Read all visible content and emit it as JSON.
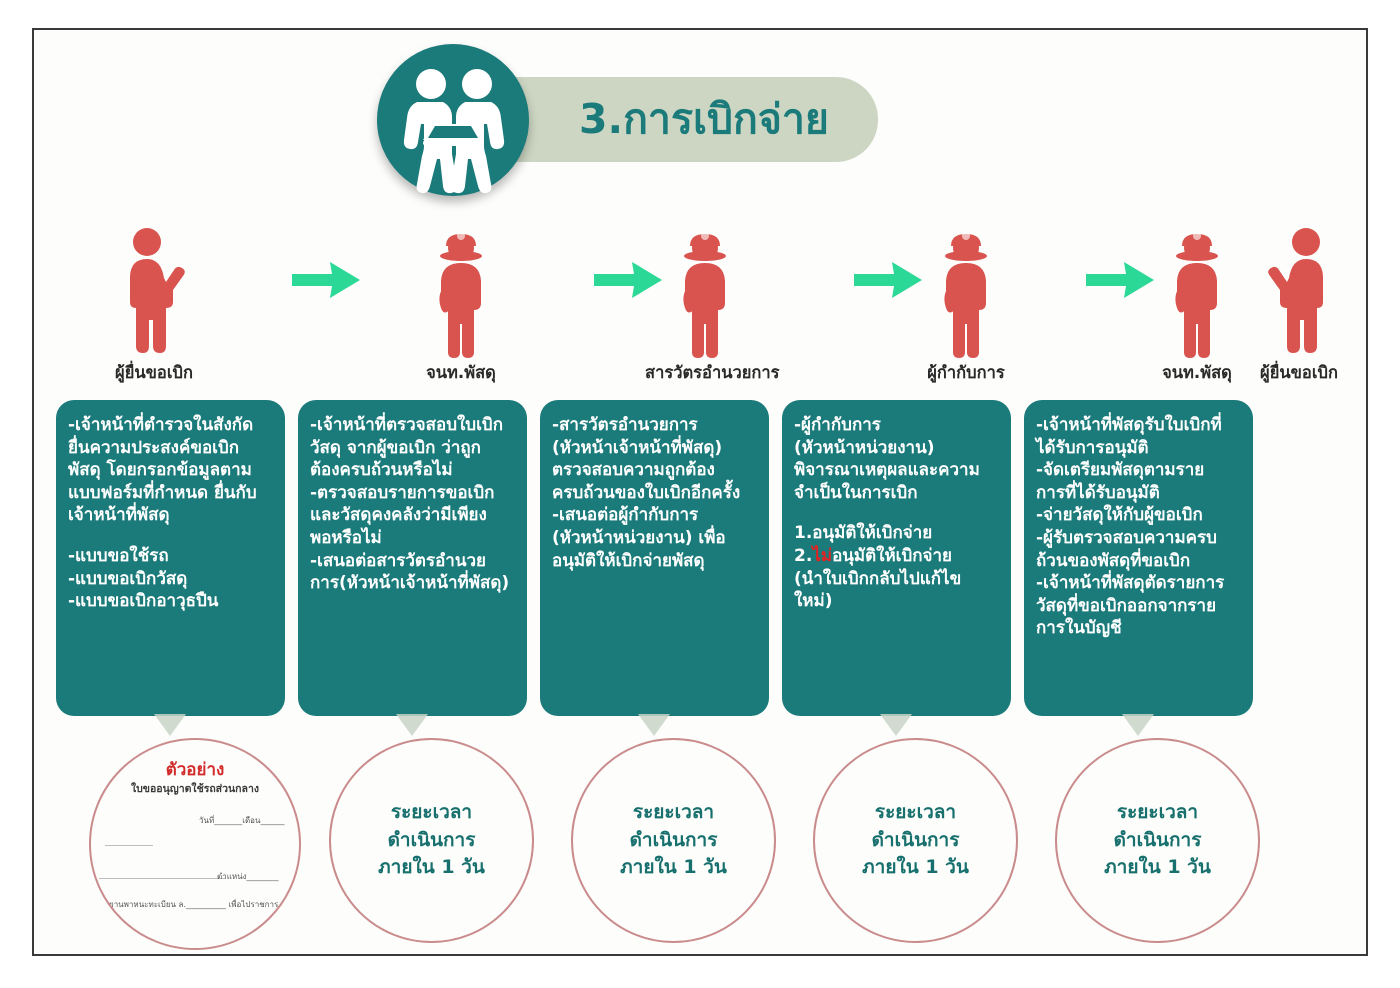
{
  "header": {
    "title": "3.การเบิกจ่าย",
    "icon": "two-people-document-icon"
  },
  "colors": {
    "card_teal": "#1b7a7a",
    "arrow_green": "#2bd896",
    "figure_red": "#d9534f",
    "title_pill": "#cdd6c3",
    "circle_border": "#c98b8b",
    "sample_red": "#d22b2b",
    "highlight_red": "#e02222"
  },
  "actors": [
    {
      "label": "ผู้ยื่นขอเบิก",
      "icon": "person-raised-hand-icon"
    },
    {
      "label": "จนท.พัสดุ",
      "icon": "officer-cap-icon"
    },
    {
      "label": "สารวัตรอำนวยการ",
      "icon": "officer-cap-icon"
    },
    {
      "label": "ผู้กำกับการ",
      "icon": "officer-cap-icon"
    },
    {
      "label": "จนท.พัสดุ",
      "icon": "officer-cap-icon"
    },
    {
      "label": "ผู้ยื่นขอเบิก",
      "icon": "person-raised-hand-icon"
    }
  ],
  "arrows": {
    "count": 4,
    "icon": "arrow-right-icon"
  },
  "cards": [
    {
      "lines_a": [
        "-เจ้าหน้าที่ตำรวจในสังกัด",
        "ยื่นความประสงค์ขอเบิก",
        "พัสดุ โดยกรอกข้อมูลตาม",
        "แบบฟอร์มที่กำหนด ยื่นกับ",
        "เจ้าหน้าที่พัสดุ"
      ],
      "lines_b": [
        "-แบบขอใช้รถ",
        "-แบบขอเบิกวัสดุ",
        "-แบบขอเบิกอาวุธปืน"
      ]
    },
    {
      "lines_a": [
        "-เจ้าหน้าที่ตรวจสอบใบเบิก",
        "วัสดุ จากผู้ขอเบิก ว่าถูก",
        "ต้องครบถ้วนหรือไม่",
        "-ตรวจสอบรายการขอเบิก",
        "และวัสดุคงคลังว่ามีเพียง",
        "พอหรือไม่",
        "-เสนอต่อสารวัตรอำนวย",
        "การ(หัวหน้าเจ้าหน้าที่พัสดุ)"
      ],
      "lines_b": []
    },
    {
      "lines_a": [
        "-สารวัตรอำนวยการ",
        "(หัวหน้าเจ้าหน้าที่พัสดุ)",
        "ตรวจสอบความถูกต้อง",
        "ครบถ้วนของใบเบิกอีกครั้ง",
        "-เสนอต่อผู้กำกับการ",
        "(หัวหน้าหน่วยงาน) เพื่อ",
        "อนุมัติให้เบิกจ่ายพัสดุ"
      ],
      "lines_b": []
    },
    {
      "lines_a": [
        "-ผู้กำกับการ",
        "(หัวหน้าหน่วยงาน)",
        "พิจารณาเหตุผลและความ",
        "จำเป็นในการเบิก"
      ],
      "lines_b": [
        "1.อนุมัติให้เบิกจ่าย",
        "2.ไม่อนุมัติให้เบิกจ่าย",
        "(นำใบเบิกกลับไปแก้ไข",
        "ใหม่)"
      ],
      "highlight": {
        "line_index": 1,
        "prefix": "2.",
        "red_text": "ไม่",
        "suffix": "อนุมัติให้เบิกจ่าย"
      }
    },
    {
      "lines_a": [
        "-เจ้าหน้าที่พัสดุรับใบเบิกที่",
        "ได้รับการอนุมัติ",
        "-จัดเตรียมพัสดุตามราย",
        "การที่ได้รับอนุมัติ",
        "-จ่ายวัสดุให้กับผู้ขอเบิก",
        "-ผู้รับตรวจสอบความครบ",
        "ถ้วนของพัสดุที่ขอเบิก",
        "-เจ้าหน้าที่พัสดุตัดรายการ",
        "วัสดุที่ขอเบิกออกจากราย",
        "การในบัญชี"
      ],
      "lines_b": []
    }
  ],
  "sample_circle": {
    "title": "ตัวอย่าง",
    "subtitle": "ใบขออนุญาตใช้รถส่วนกลาง",
    "field_date": "วันที่_______เดือน______",
    "field_position": "ตำแหน่ง________",
    "field_register": "ยานพาหนะทะเบียน ล.__________ เพื่อไปราชการ"
  },
  "duration_circles": [
    {
      "line1": "ระยะเวลา",
      "line2": "ดำเนินการ",
      "line3": "ภายใน 1 วัน"
    },
    {
      "line1": "ระยะเวลา",
      "line2": "ดำเนินการ",
      "line3": "ภายใน 1 วัน"
    },
    {
      "line1": "ระยะเวลา",
      "line2": "ดำเนินการ",
      "line3": "ภายใน 1 วัน"
    },
    {
      "line1": "ระยะเวลา",
      "line2": "ดำเนินการ",
      "line3": "ภายใน 1 วัน"
    }
  ]
}
